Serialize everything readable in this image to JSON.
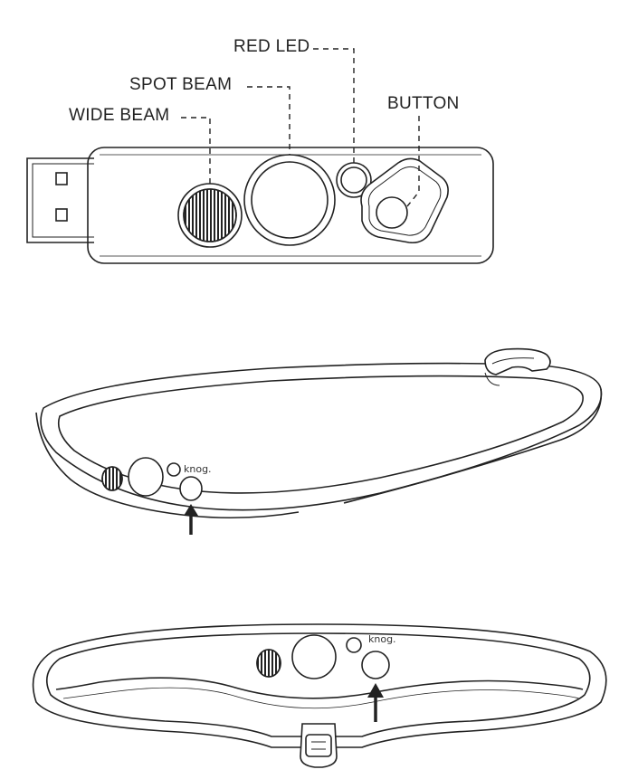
{
  "callouts": {
    "red_led": "RED LED",
    "spot_beam": "SPOT BEAM",
    "wide_beam": "WIDE BEAM",
    "button": "BUTTON"
  },
  "brand_mark": "knog.",
  "colors": {
    "line": "#222222",
    "background": "#ffffff"
  }
}
